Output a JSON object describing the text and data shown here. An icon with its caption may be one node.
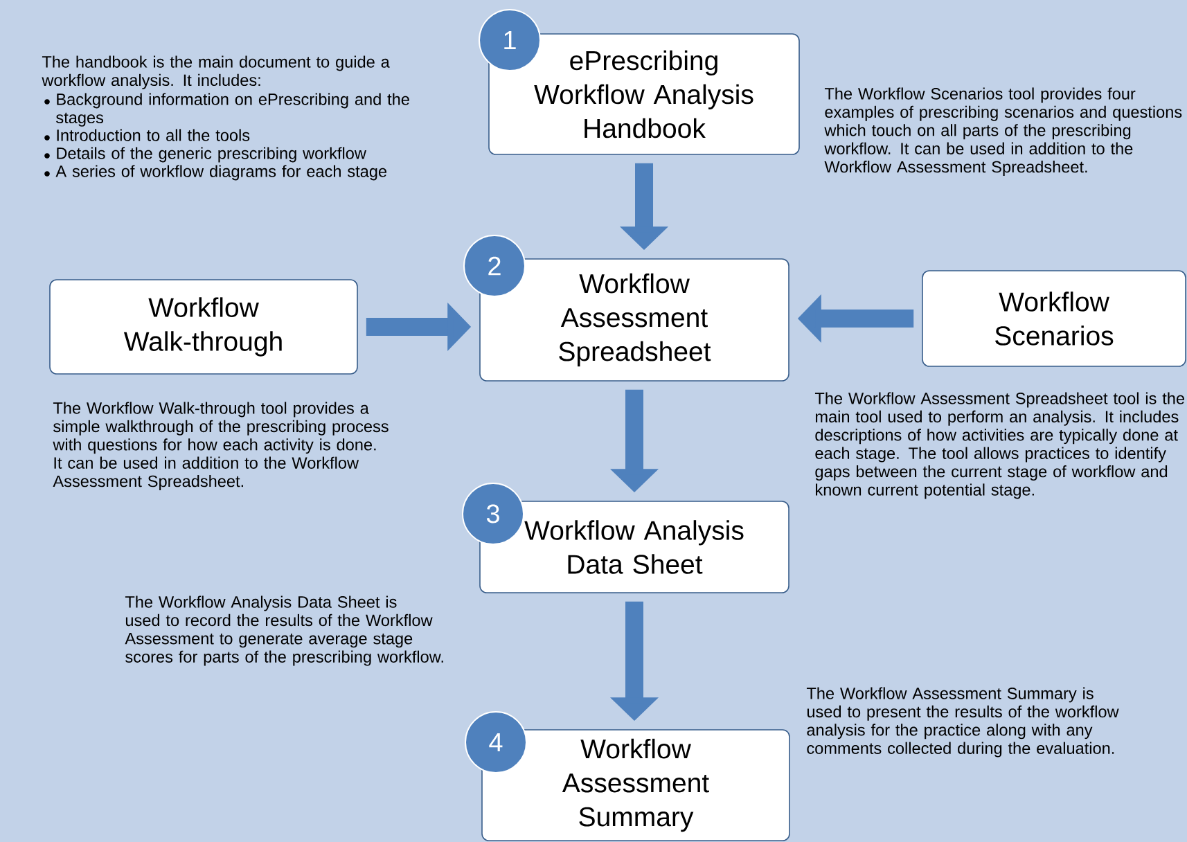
{
  "diagram": {
    "nodes": [
      {
        "text": [
          "1"
        ]
      },
      {
        "text": [
          "ePrescribing Workflow Analysis Handbook"
        ]
      },
      {
        "text": [
          "2"
        ]
      },
      {
        "text": [
          "Workflow Assessment Spreadsheet"
        ]
      },
      {
        "text": [
          "Workflow Walk-through"
        ]
      },
      {
        "text": [
          "Workflow Scenarios"
        ]
      },
      {
        "text": [
          "3"
        ]
      },
      {
        "text": [
          "Workflow Analysis Data Sheet"
        ]
      },
      {
        "text": [
          "4"
        ]
      },
      {
        "text": [
          "Workflow Assessment Summary"
        ]
      }
    ],
    "edges": [
      {
        "from": 1,
        "to": 3,
        "arrow": "to"
      },
      {
        "from": 4,
        "to": 3,
        "arrow": "to"
      },
      {
        "from": 5,
        "to": 3,
        "arrow": "to"
      },
      {
        "from": 3,
        "to": 7,
        "arrow": "to"
      },
      {
        "from": 7,
        "to": 9,
        "arrow": "to"
      }
    ],
    "labels": [
      "The handbook is the main document to guide a workflow analysis. It includes:",
      "Background information on ePrescribing and the stages",
      "Introduction to all the tools",
      "Details of the generic prescribing workflow",
      "A series of workflow diagrams for each stage",
      "The Workflow Scenarios tool provides four examples of prescribing scenarios and questions which touch on all parts of the prescribing workflow. It can be used in addition to the Workflow Assessment Spreadsheet.",
      "The Workflow Walk-through tool provides a simple walkthrough of the prescribing process with questions for how each activity is done. It can be used in addition to the Workflow Assessment Spreadsheet.",
      "The Workflow Assessment Spreadsheet tool is the main tool used to perform an analysis. It includes descriptions of how activities are typically done at each stage. The tool allows practices to identify gaps between the current stage of workflow and known current potential stage.",
      "The Workflow Analysis Data Sheet is used to record the results of the Workflow Assessment to generate average stage scores for parts of the prescribing workflow.",
      "The Workflow Assessment Summary is used to present the results of the workflow analysis for the practice along with any comments collected during the evaluation."
    ]
  }
}
